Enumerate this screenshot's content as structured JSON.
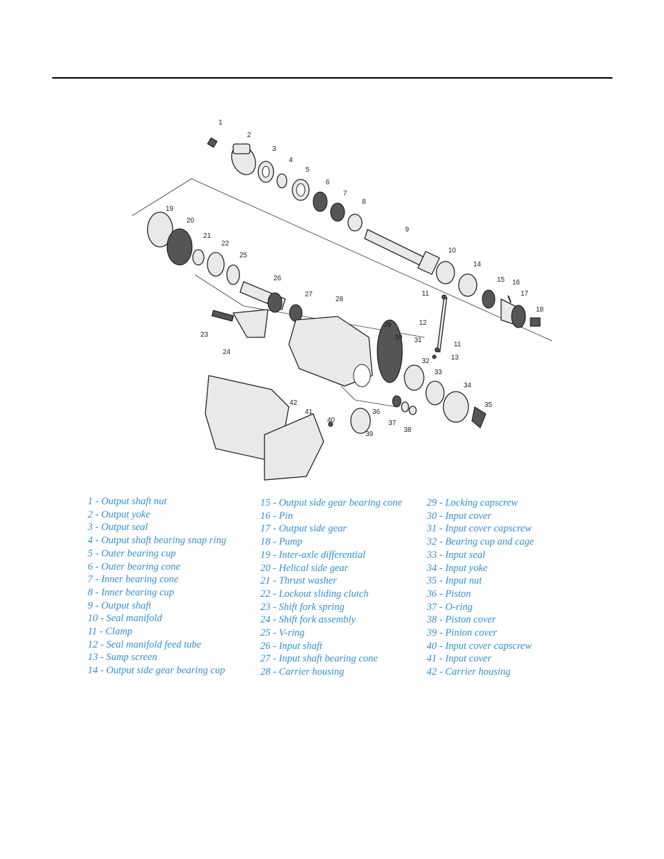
{
  "figure": {
    "callouts": [
      "1",
      "2",
      "3",
      "4",
      "5",
      "6",
      "7",
      "8",
      "9",
      "10",
      "11",
      "12",
      "11",
      "13",
      "14",
      "15",
      "16",
      "17",
      "18",
      "19",
      "20",
      "21",
      "22",
      "25",
      "26",
      "23",
      "24",
      "27",
      "28",
      "29",
      "30",
      "31",
      "32",
      "33",
      "34",
      "35",
      "36",
      "37",
      "38",
      "39",
      "40",
      "41",
      "42"
    ]
  },
  "legend": {
    "col1": [
      "1 - Output shaft nut",
      "2 - Output yoke",
      "3 - Output seal",
      "4 - Output shaft bearing snap ring",
      "5 - Outer bearing cup",
      "6 - Outer bearing cone",
      "7 - Inner bearing cone",
      "8 - Inner bearing cup",
      "9 - Output shaft",
      "10 - Seal manifold",
      "11 - Clamp",
      "12 - Seal manifold feed tube",
      "13 - Sump screen",
      "14 - Output side gear bearing cup"
    ],
    "col2": [
      "15 - Output side gear bearing cone",
      "16 - Pin",
      "17 - Output side gear",
      "18 - Pump",
      "19 - Inter-axle differential",
      "20 - Helical side gear",
      "21 - Thrust washer",
      "22 - Lockout sliding clutch",
      "23 - Shift fork spring",
      "24 - Shift fork assembly",
      "25 - V-ring",
      "26 - Input shaft",
      "27 - Input shaft bearing cone",
      "28 - Carrier housing"
    ],
    "col3": [
      "29 - Locking capscrew",
      "30 - Input cover",
      "31 - Input cover capscrew",
      "32 - Bearing cup and cage",
      "33 - Input seal",
      "34 - Input yoke",
      "35 - Input nut",
      "36 - Piston",
      "37 - O-ring",
      "38 - Piston cover",
      "39 - Pinion cover",
      "40 - Input cover capscrew",
      "41 - Input cover",
      "42 - Carrier housing"
    ]
  }
}
